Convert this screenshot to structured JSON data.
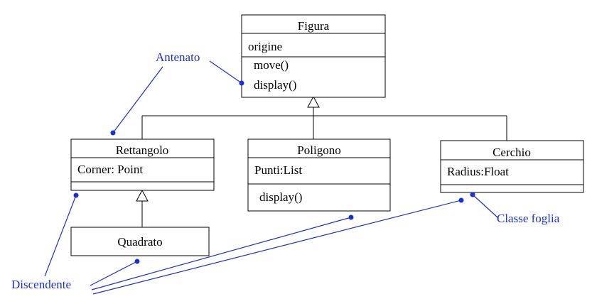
{
  "classes": {
    "figura": {
      "name": "Figura",
      "attributes": [
        "origine"
      ],
      "methods": [
        "move()",
        "display()"
      ]
    },
    "rettangolo": {
      "name": "Rettangolo",
      "attributes": [
        "Corner: Point"
      ],
      "methods": []
    },
    "poligono": {
      "name": "Poligono",
      "attributes": [
        "Punti:List"
      ],
      "methods": [
        "display()"
      ]
    },
    "cerchio": {
      "name": "Cerchio",
      "attributes": [
        "Radius:Float"
      ],
      "methods": []
    },
    "quadrato": {
      "name": "Quadrato",
      "attributes": [],
      "methods": []
    }
  },
  "annotations": {
    "antenato": "Antenato",
    "discendente": "Discendente",
    "classe_foglia": "Classe foglia"
  },
  "colors": {
    "annotation": "#1a2fd6",
    "line": "#000000"
  }
}
